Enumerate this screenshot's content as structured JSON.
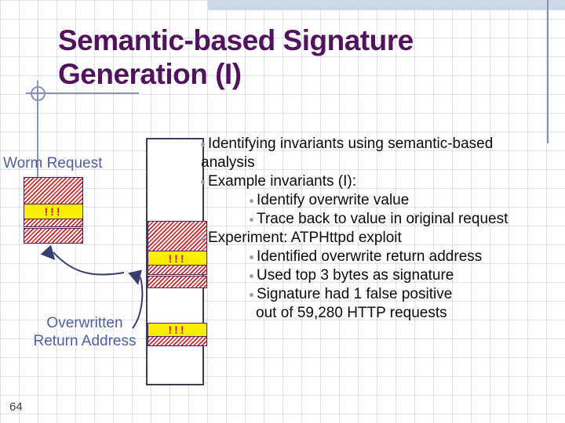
{
  "slide": {
    "title": "Semantic-based Signature Generation (I)",
    "page_number": "64"
  },
  "diagram": {
    "worm_request_label": "Worm Request",
    "overwritten_label_line1": "Overwritten",
    "overwritten_label_line2": "Return Address",
    "exclamation": "!!!",
    "colors": {
      "hatch_red": "#c42323",
      "band_yellow": "#f8ef00",
      "block_border": "#5a2060",
      "label_blue": "#4e5f9e",
      "arrow_navy": "#363f6e",
      "title_purple": "#53125e",
      "ornament_slate": "#8593b8",
      "top_bar": "#cdd9e9"
    }
  },
  "content": {
    "lines": [
      {
        "level": 1,
        "bullet": true,
        "text": "Identifying invariants using semantic-based"
      },
      {
        "level": 1,
        "bullet": false,
        "text": "analysis"
      },
      {
        "level": 1,
        "bullet": true,
        "text": "Example invariants (I):"
      },
      {
        "level": 2,
        "bullet": true,
        "text": "Identify overwrite value"
      },
      {
        "level": 2,
        "bullet": true,
        "text": "Trace back to value in original request"
      },
      {
        "level": 1,
        "bullet": true,
        "text": "Experiment: ATPHttpd exploit"
      },
      {
        "level": 2,
        "bullet": true,
        "text": "Identified overwrite return address"
      },
      {
        "level": 2,
        "bullet": true,
        "text": "Used top 3 bytes as signature"
      },
      {
        "level": 2,
        "bullet": true,
        "text": "Signature had 1 false positive"
      },
      {
        "level": 2,
        "bullet": false,
        "text": "out of 59,280 HTTP requests"
      }
    ]
  }
}
